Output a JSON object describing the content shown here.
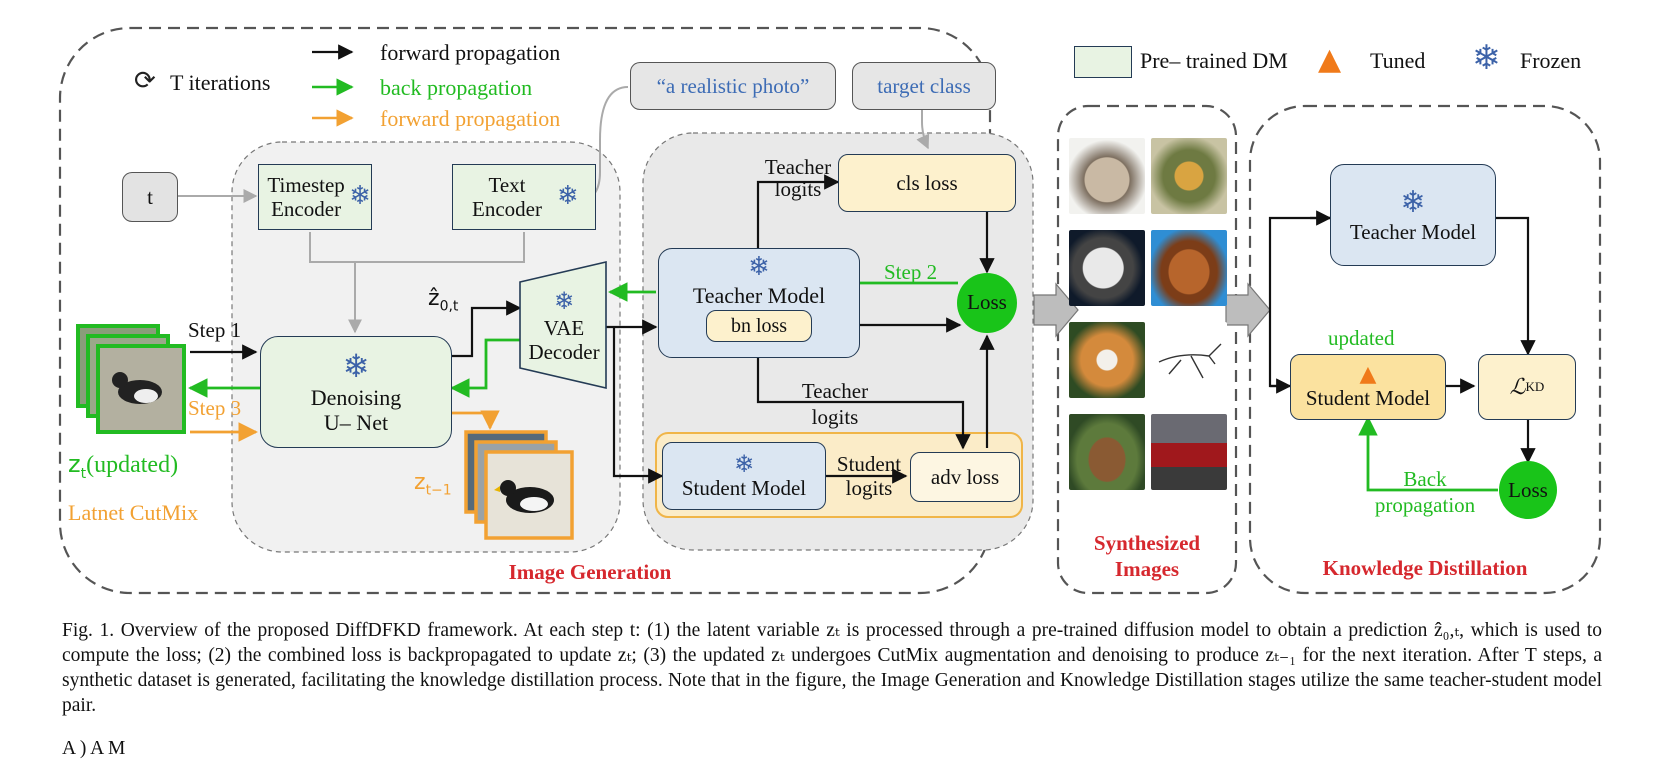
{
  "legend": {
    "forward_black": "forward propagation",
    "back_green": "back propagation",
    "forward_orange": "forward propagation",
    "iterations": "T iterations",
    "pretrained": "Pre– trained DM",
    "tuned": "Tuned",
    "frozen": "Frozen"
  },
  "prompts": {
    "realistic": "“a realistic photo”",
    "target": "target class"
  },
  "generation": {
    "t_input": "t",
    "timestep_encoder": "Timestep Encoder",
    "text_encoder": "Text Encoder",
    "denoising_unet": "Denoising U– Net",
    "vae_decoder": "VAE Decoder",
    "z_hat": "ẑ",
    "z_hat_sub": "0,t",
    "step1": "Step  1",
    "step2": "Step 2",
    "step3": "Step  3",
    "zt_z": "z",
    "zt_sub": "t",
    "zt_updated": "(updated)",
    "latent_cutmix": "Latnet CutMix",
    "z_prev": "z",
    "z_prev_sub": "t−1",
    "teacher_model": "Teacher Model",
    "bn_loss": "bn loss",
    "cls_loss": "cls loss",
    "loss": "Loss",
    "teacher_logits_top": "Teacher logits",
    "teacher_logits_mid": "Teacher logits",
    "student_model": "Student Model",
    "student_logits": "Student logits",
    "adv_loss": "adv loss",
    "title": "Image Generation"
  },
  "synth": {
    "title": "Synthesized Images"
  },
  "kd": {
    "teacher_model": "Teacher Model",
    "student_model": "Student Model",
    "updated": "updated",
    "lkd": "ℒ",
    "lkd_sub": "KD",
    "loss": "Loss",
    "back_prop": "Back propagation",
    "title": "Knowledge Distillation"
  },
  "caption": "Fig. 1.  Overview of the proposed DiffDFKD framework. At each step t: (1) the latent variable zₜ is processed through a pre-trained diffusion model to obtain a prediction ẑ₀,ₜ, which is used to compute the loss; (2) the combined loss is backpropagated to update zₜ; (3) the updated zₜ undergoes CutMix augmentation and denoising to produce zₜ₋₁ for the next iteration. After T steps, a synthetic dataset is generated, facilitating the knowledge distillation process. Note that in the figure, the Image Generation and Knowledge Distillation stages utilize the same teacher-student model pair.",
  "cut_text": "A                              ) A                                        M                              ",
  "colors": {
    "green_arrow": "#22bb22",
    "orange_arrow": "#f2a132",
    "loss_green": "#19c419",
    "title_red": "#d6282e",
    "snowflake": "#3c62a8"
  }
}
